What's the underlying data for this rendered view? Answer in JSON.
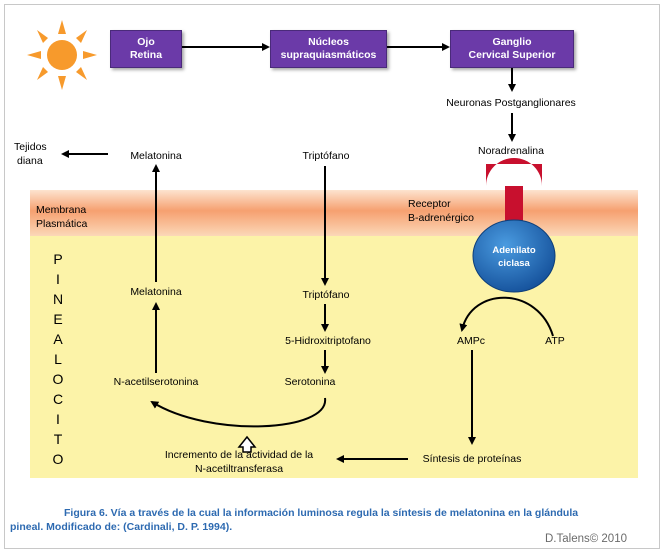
{
  "boxes": {
    "ojo": {
      "line1": "Ojo",
      "line2": "Retina"
    },
    "nucleos": {
      "line1": "Núcleos",
      "line2": "supraquiasmáticos"
    },
    "ganglio": {
      "line1": "Ganglio",
      "line2": "Cervical Superior"
    }
  },
  "labels": {
    "neuronas": "Neuronas Postganglionares",
    "noradrenalina": "Noradrenalina",
    "tejidos_1": "Tejidos",
    "tejidos_2": "diana",
    "melatonina_top": "Melatonina",
    "triptofano_top": "Triptófano",
    "membrana_1": "Membrana",
    "membrana_2": "Plasmática",
    "receptor_1": "Receptor",
    "receptor_2": "B-adrenérgico",
    "adenilato_1": "Adenilato",
    "adenilato_2": "ciclasa",
    "melatonina_mid": "Melatonina",
    "triptofano_mid": "Triptófano",
    "hidroxi": "5-Hidroxitriptofano",
    "ampc": "AMPc",
    "atp": "ATP",
    "nacetil": "N-acetilserotonina",
    "serotonina": "Serotonina",
    "incremento_1": "Incremento de la actividad de la",
    "incremento_2": "N-acetiltransferasa",
    "sintesis": "Síntesis de proteínas"
  },
  "pinealocito_letters": [
    "P",
    "I",
    "N",
    "E",
    "A",
    "L",
    "O",
    "C",
    "I",
    "T",
    "O"
  ],
  "caption": {
    "line1": "Figura 6. Vía a través de la cual la información luminosa regula la síntesis de melatonina en la glándula",
    "line2": "pineal. Modificado de: (Cardinali, D. P. 1994)."
  },
  "copyright": "D.Talens© 2010",
  "colors": {
    "box_purple": "#6b3aa8",
    "membrane_orange": "#f6a070",
    "cytoplasm_yellow": "#fcf3a8",
    "receptor_red": "#c8102e",
    "adenylate_blue": "#1f6fb8",
    "sun_orange": "#f79a2c",
    "caption_blue": "#2d6ab1"
  }
}
